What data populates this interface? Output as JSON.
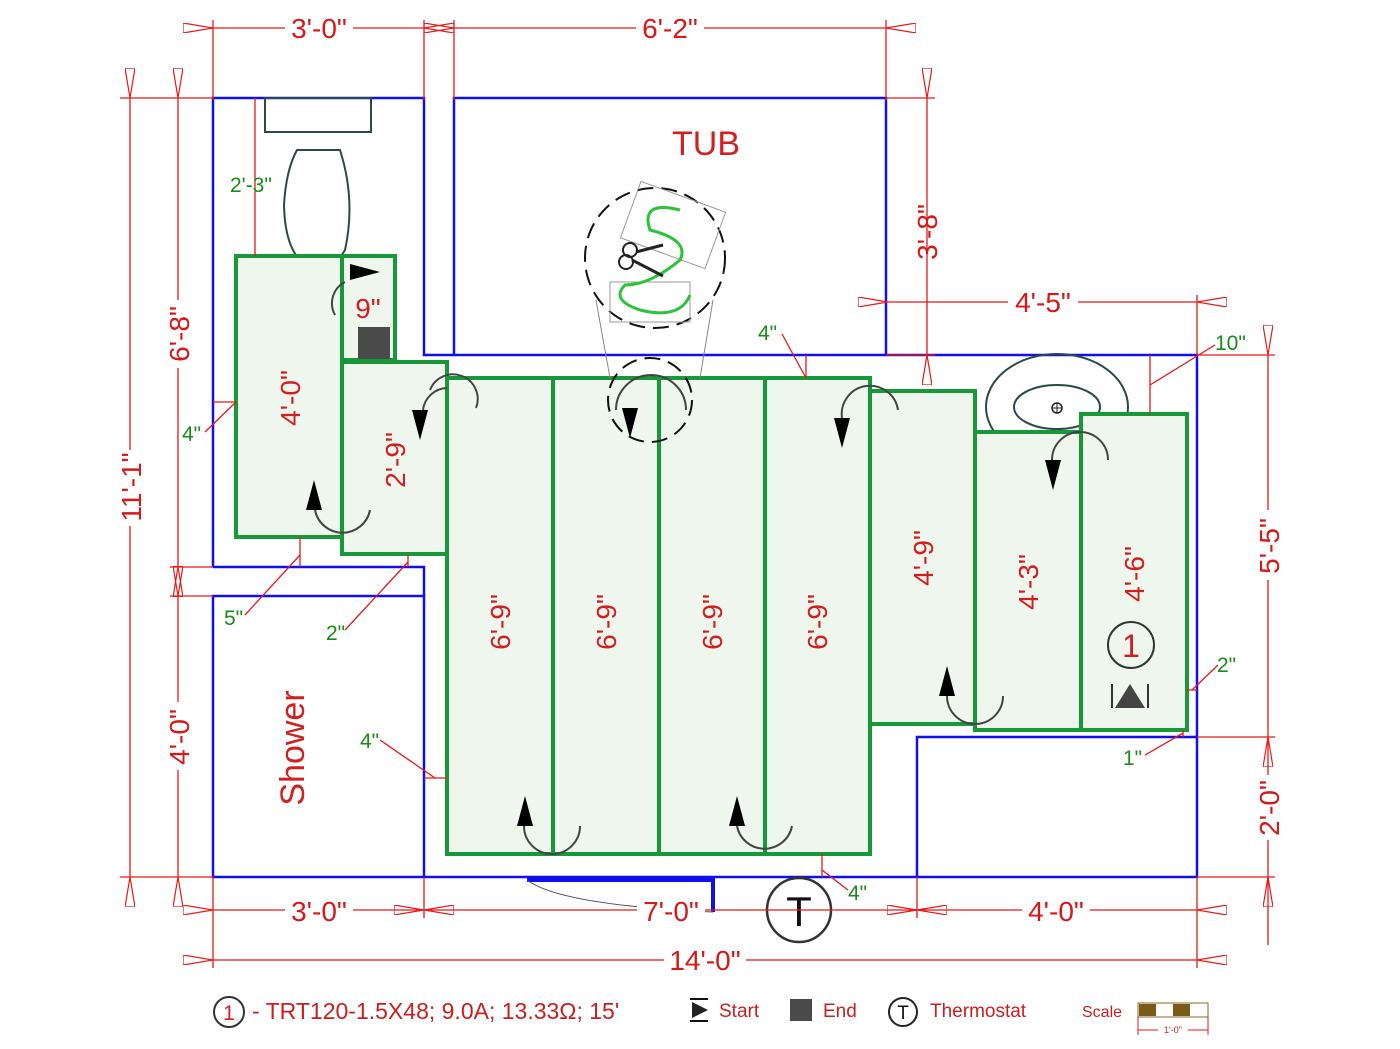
{
  "rooms": {
    "tub": "TUB",
    "shower": "Shower"
  },
  "dimensions": {
    "top_left": "3'-0\"",
    "top_middle": "6'-2\"",
    "tub_depth": "3'-8\"",
    "right_upper": "4'-5\"",
    "left_total": "11'-1\"",
    "left_upper": "6'-8\"",
    "left_lower": "4'-0\"",
    "right_mid": "5'-5\"",
    "right_lower": "2'-0\"",
    "bottom_left": "3'-0\"",
    "bottom_middle": "7'-0\"",
    "bottom_right": "4'-0\"",
    "bottom_total": "14'-0\""
  },
  "clearances": {
    "toilet": "2'-3\"",
    "left_4in": "4\"",
    "tub_4in": "4\"",
    "vanity_10in": "10\"",
    "left_5in": "5\"",
    "left_2in": "2\"",
    "shower_4in": "4\"",
    "right_2in": "2\"",
    "right_1in": "1\"",
    "bottom_4in": "4\""
  },
  "mats": [
    "4'-0\"",
    "9\"",
    "2'-9\"",
    "6'-9\"",
    "6'-9\"",
    "6'-9\"",
    "6'-9\"",
    "4'-9\"",
    "4'-3\"",
    "4'-6\""
  ],
  "circuit_number": "1",
  "thermostat_symbol": "T",
  "legend": {
    "number": "1",
    "cable": "- TRT120-1.5X48; 9.0A; 13.33Ω; 15'",
    "start": "Start",
    "end": "End",
    "thermostat_symbol": "T",
    "thermostat": "Thermostat",
    "scale": "Scale",
    "scale_value": "1'-0\""
  },
  "colors": {
    "wall": "#1010ee",
    "mat": "#17993a",
    "dimension": "#e81818"
  }
}
